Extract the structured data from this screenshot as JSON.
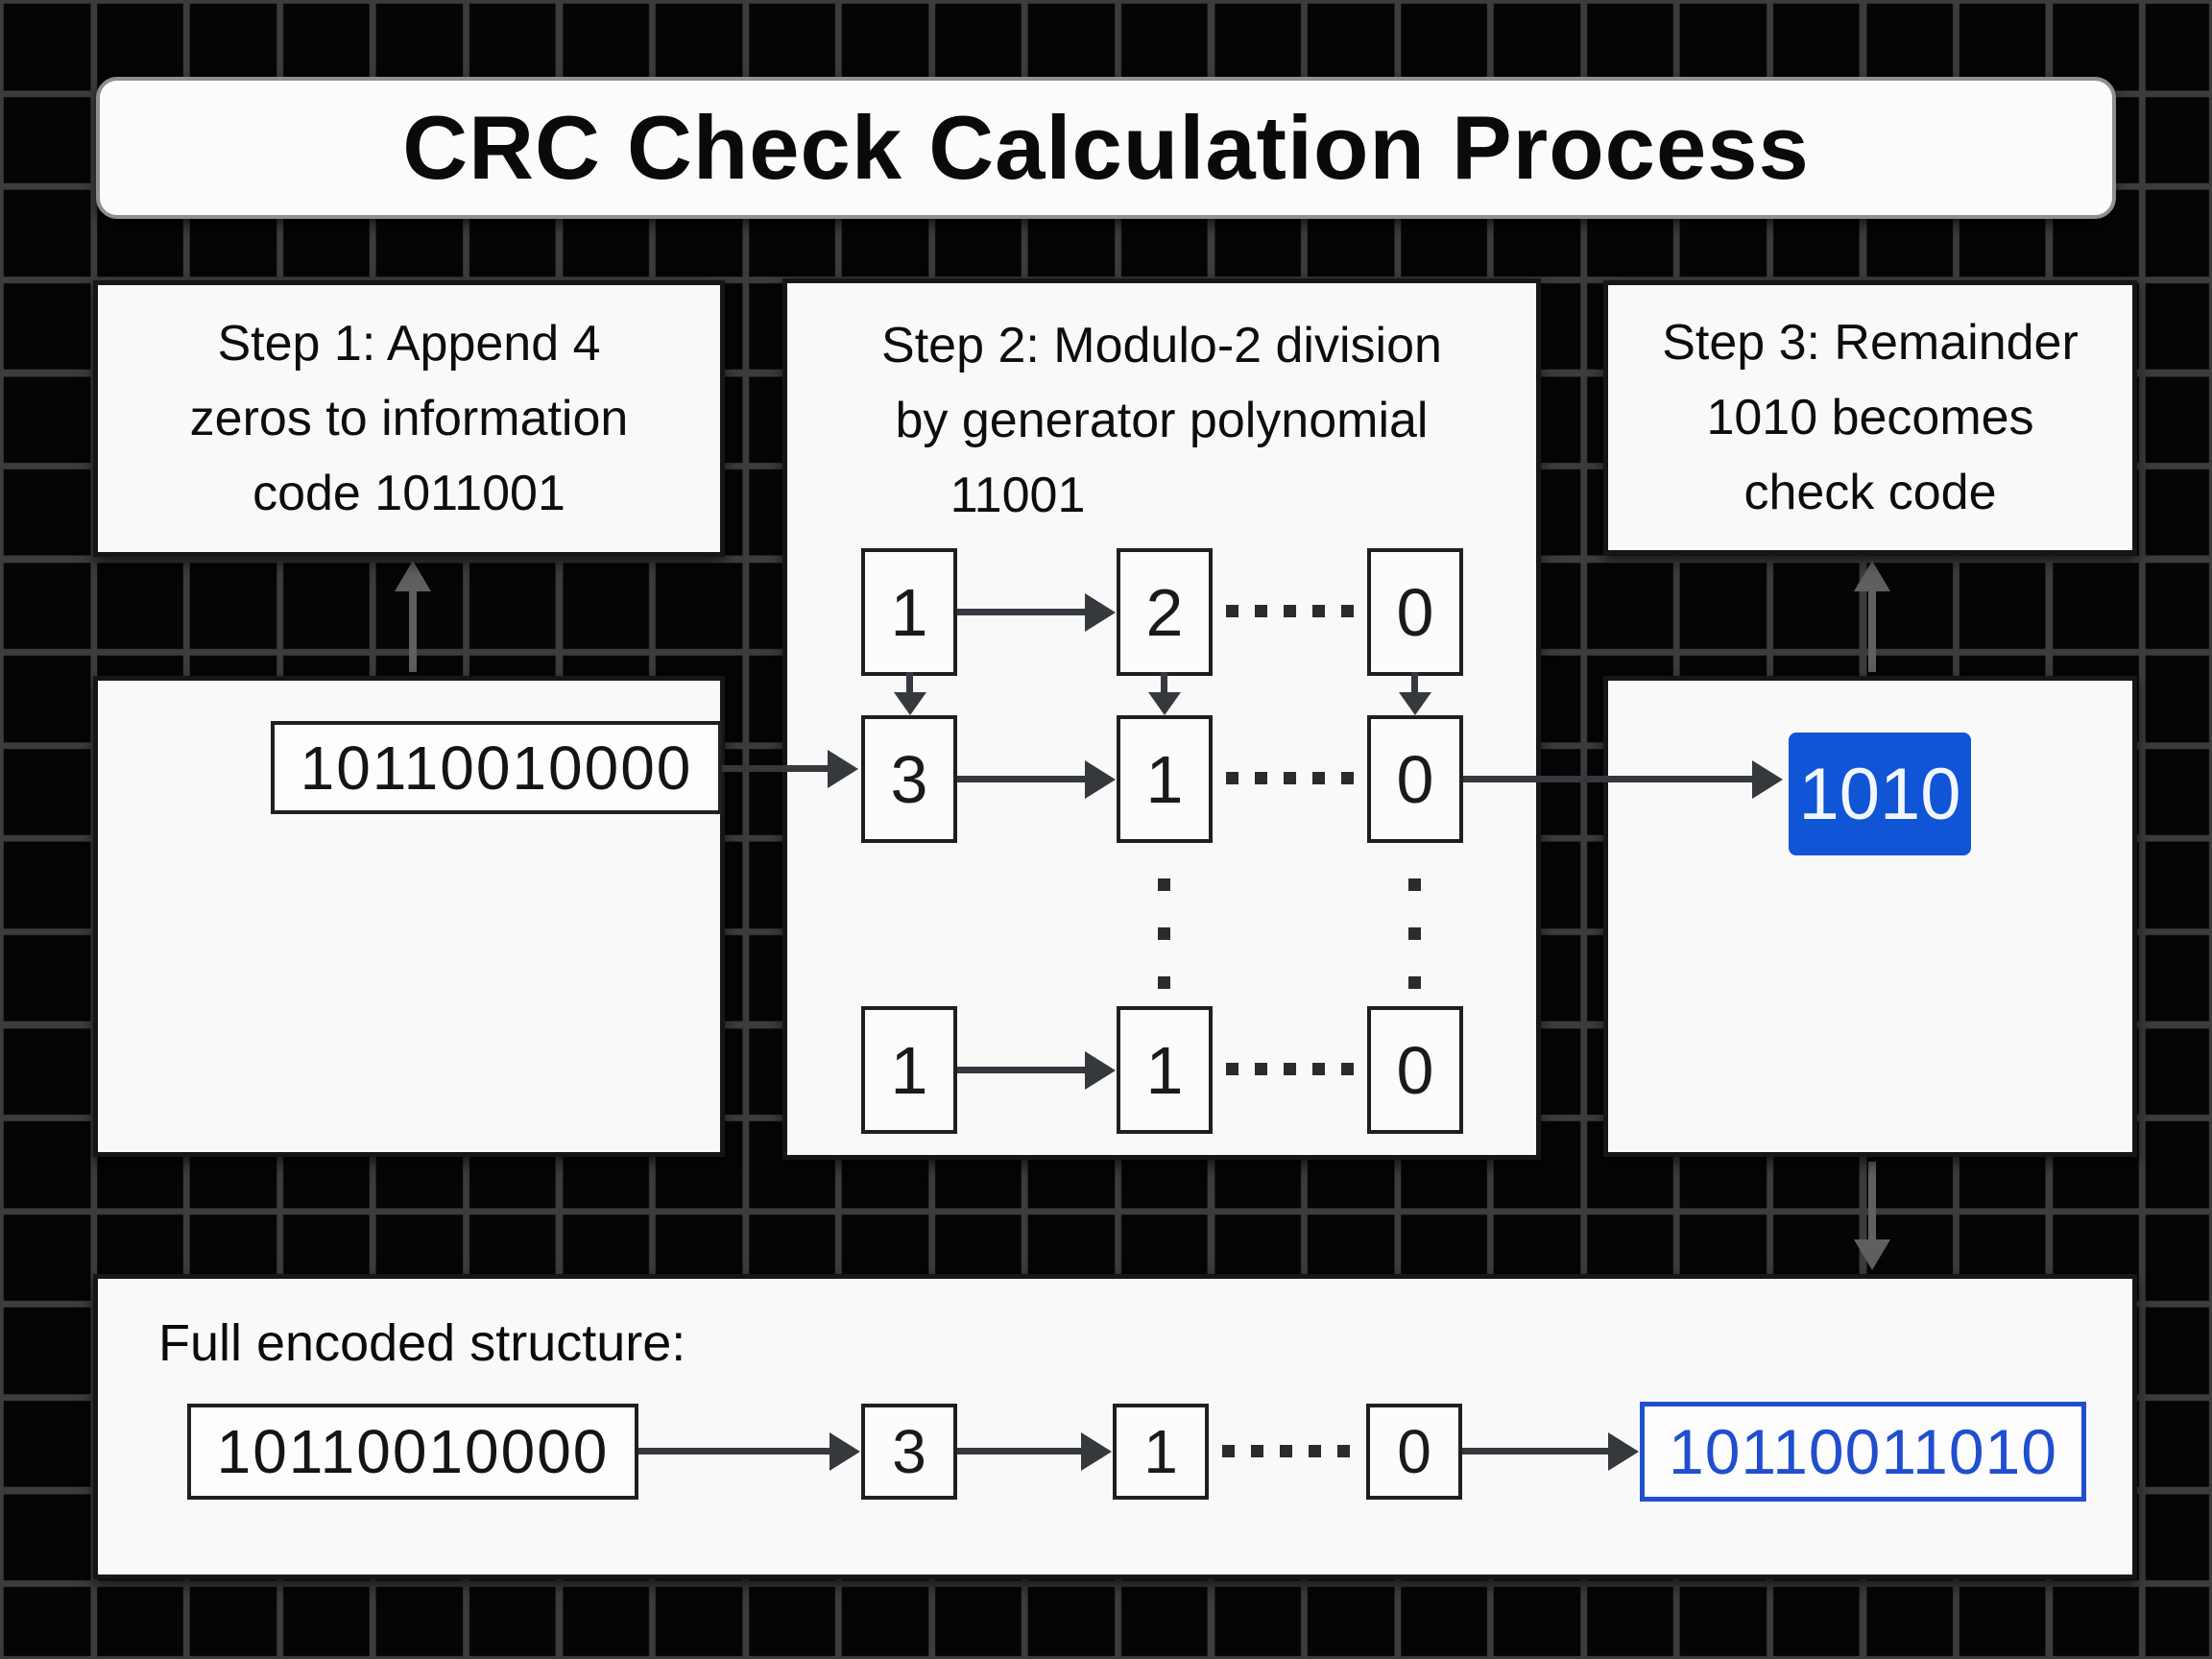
{
  "title": "CRC Check Calculation Process",
  "step1": {
    "line1": "Step 1: Append 4",
    "line2": "zeros to information",
    "line3": "code 1011001"
  },
  "step2": {
    "line1": "Step 2: Modulo-2 division",
    "line2": "by generator polynomial",
    "line3": "11001"
  },
  "step3": {
    "line1": "Step 3: Remainder",
    "line2": "1010 becomes",
    "line3": "check code"
  },
  "registers": {
    "input_code": "10110010000",
    "row1": [
      "1",
      "2",
      "0"
    ],
    "row2": [
      "3",
      "1",
      "0"
    ],
    "row3": [
      "1",
      "1",
      "0"
    ],
    "remainder": "1010"
  },
  "bottom": {
    "label": "Full encoded structure:",
    "input_code": "10110010000",
    "cells": [
      "3",
      "1",
      "0"
    ],
    "result": "10110011010"
  },
  "colors": {
    "remainder_fill": "#0f55d6",
    "result_blue": "#1f4fd0"
  }
}
